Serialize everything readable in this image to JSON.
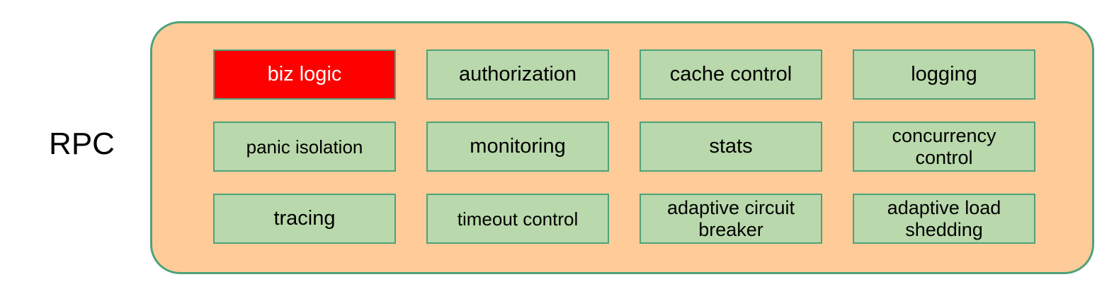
{
  "diagram": {
    "title_label": "RPC",
    "colors": {
      "container_fill": "#ffcc99",
      "container_border": "#4ea27a",
      "box_fill": "#b9d8ab",
      "box_border": "#4ea27a",
      "highlight_fill": "#ff0000",
      "highlight_text": "#ffffff",
      "text": "#000000",
      "page_background": "#ffffff"
    },
    "boxes": [
      {
        "label": "biz logic",
        "highlight": true,
        "lines": 1,
        "size": "normal"
      },
      {
        "label": "authorization",
        "highlight": false,
        "lines": 1,
        "size": "normal"
      },
      {
        "label": "cache control",
        "highlight": false,
        "lines": 1,
        "size": "normal"
      },
      {
        "label": "logging",
        "highlight": false,
        "lines": 1,
        "size": "normal"
      },
      {
        "label": "panic isolation",
        "highlight": false,
        "lines": 1,
        "size": "small"
      },
      {
        "label": "monitoring",
        "highlight": false,
        "lines": 1,
        "size": "normal"
      },
      {
        "label": "stats",
        "highlight": false,
        "lines": 1,
        "size": "normal"
      },
      {
        "label": "concurrency\ncontrol",
        "highlight": false,
        "lines": 2,
        "size": "two-line"
      },
      {
        "label": "tracing",
        "highlight": false,
        "lines": 1,
        "size": "normal"
      },
      {
        "label": "timeout control",
        "highlight": false,
        "lines": 1,
        "size": "small"
      },
      {
        "label": "adaptive circuit\nbreaker",
        "highlight": false,
        "lines": 2,
        "size": "two-line"
      },
      {
        "label": "adaptive load\nshedding",
        "highlight": false,
        "lines": 2,
        "size": "two-line"
      }
    ]
  }
}
